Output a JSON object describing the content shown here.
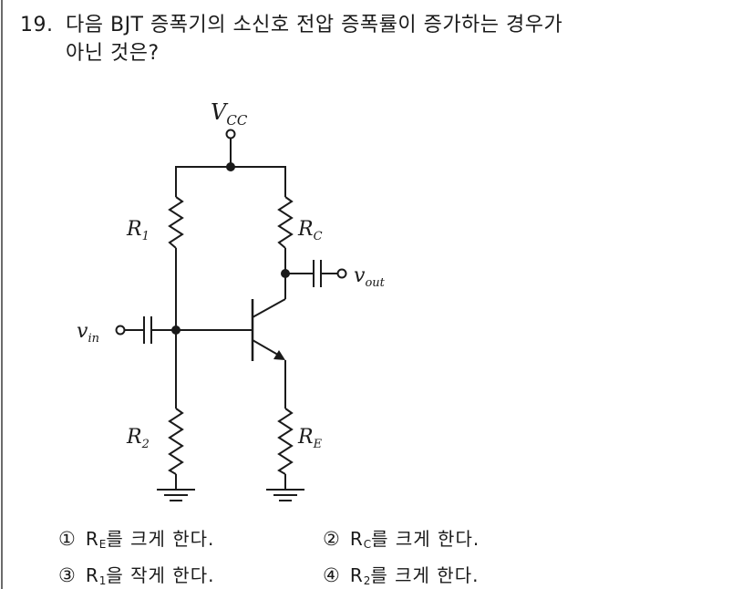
{
  "question": {
    "number": "19.",
    "text_line1": "다음 BJT 증폭기의 소신호 전압 증폭률이 증가하는 경우가",
    "text_line2": "아닌 것은?"
  },
  "diagram": {
    "title": "BJT common-emitter amplifier with voltage-divider bias",
    "labels": {
      "vcc_main": "V",
      "vcc_sub": "CC",
      "r1_main": "R",
      "r1_sub": "1",
      "rc_main": "R",
      "rc_sub": "C",
      "r2_main": "R",
      "r2_sub": "2",
      "re_main": "R",
      "re_sub": "E",
      "vin_main": "v",
      "vin_sub": "in",
      "vout_main": "v",
      "vout_sub": "out"
    }
  },
  "options": [
    {
      "mark": "①",
      "var": "R",
      "sub": "E",
      "text": "를 크게 한다."
    },
    {
      "mark": "②",
      "var": "R",
      "sub": "C",
      "text": "를 크게 한다."
    },
    {
      "mark": "③",
      "var": "R",
      "sub": "1",
      "text": "을 작게 한다."
    },
    {
      "mark": "④",
      "var": "R",
      "sub": "2",
      "text": "를 크게 한다."
    }
  ]
}
